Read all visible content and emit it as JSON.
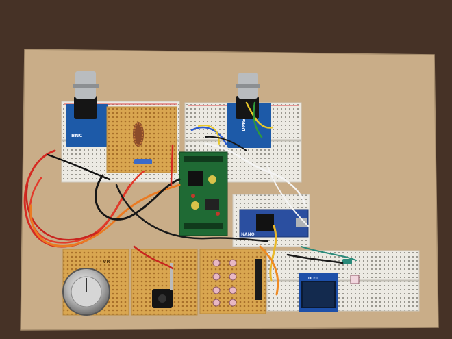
{
  "image": {
    "kind": "photo",
    "subject": "electronics-prototype-board"
  },
  "colors": {
    "table": "#4a3428",
    "mdf_board": "#c9ad88",
    "breadboard": "#eceae3",
    "perfboard": "#d9a650",
    "blue_module": "#1d5aa8",
    "green_pcb": "#1f6a34",
    "arduino_blue": "#2b4fa0",
    "oled_display": "#0b1a33",
    "knob": "#c9c9c9"
  },
  "labels": {
    "left_module_silk": "BNC",
    "right_module_silk": "DMGEN",
    "vr_marking": "VR",
    "arduino_silk": "NANO",
    "oled_silk": "OLED"
  }
}
